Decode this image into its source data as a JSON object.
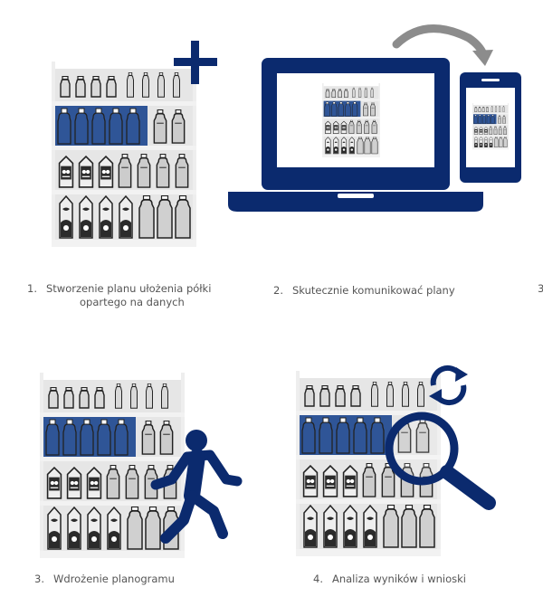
{
  "colors": {
    "brand_navy": "#0b2a6e",
    "product_blue": "#2f5597",
    "shelf_grey": "#e6e6e6",
    "caption_grey": "#555555"
  },
  "steps": [
    {
      "number": "1.",
      "line1": "Stworzenie planu ułożenia półki",
      "line2": "opartego na danych",
      "icon": "plus-icon"
    },
    {
      "number": "2.",
      "line1": "Skutecznie komunikować plany",
      "icon": "laptop-phone-sync-icon"
    },
    {
      "number": "3.",
      "line1": "Wdrożenie planogramu",
      "icon": "walking-person-icon"
    },
    {
      "number": "4.",
      "line1": "Analiza wyników i wnioski",
      "icon": "magnifier-refresh-icon"
    }
  ],
  "edge_fragment": "3"
}
